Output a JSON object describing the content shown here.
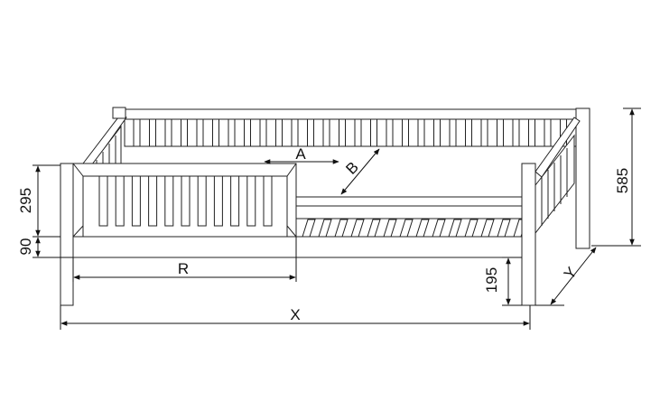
{
  "title": "Bed dimension drawing",
  "dimensions": {
    "overall_height": "585",
    "guard_height": "295",
    "beam_height": "90",
    "floor_clearance": "195",
    "guard_length": "R",
    "overall_length": "X",
    "overall_width": "Y",
    "opening_length": "A",
    "inner_width": "B"
  }
}
